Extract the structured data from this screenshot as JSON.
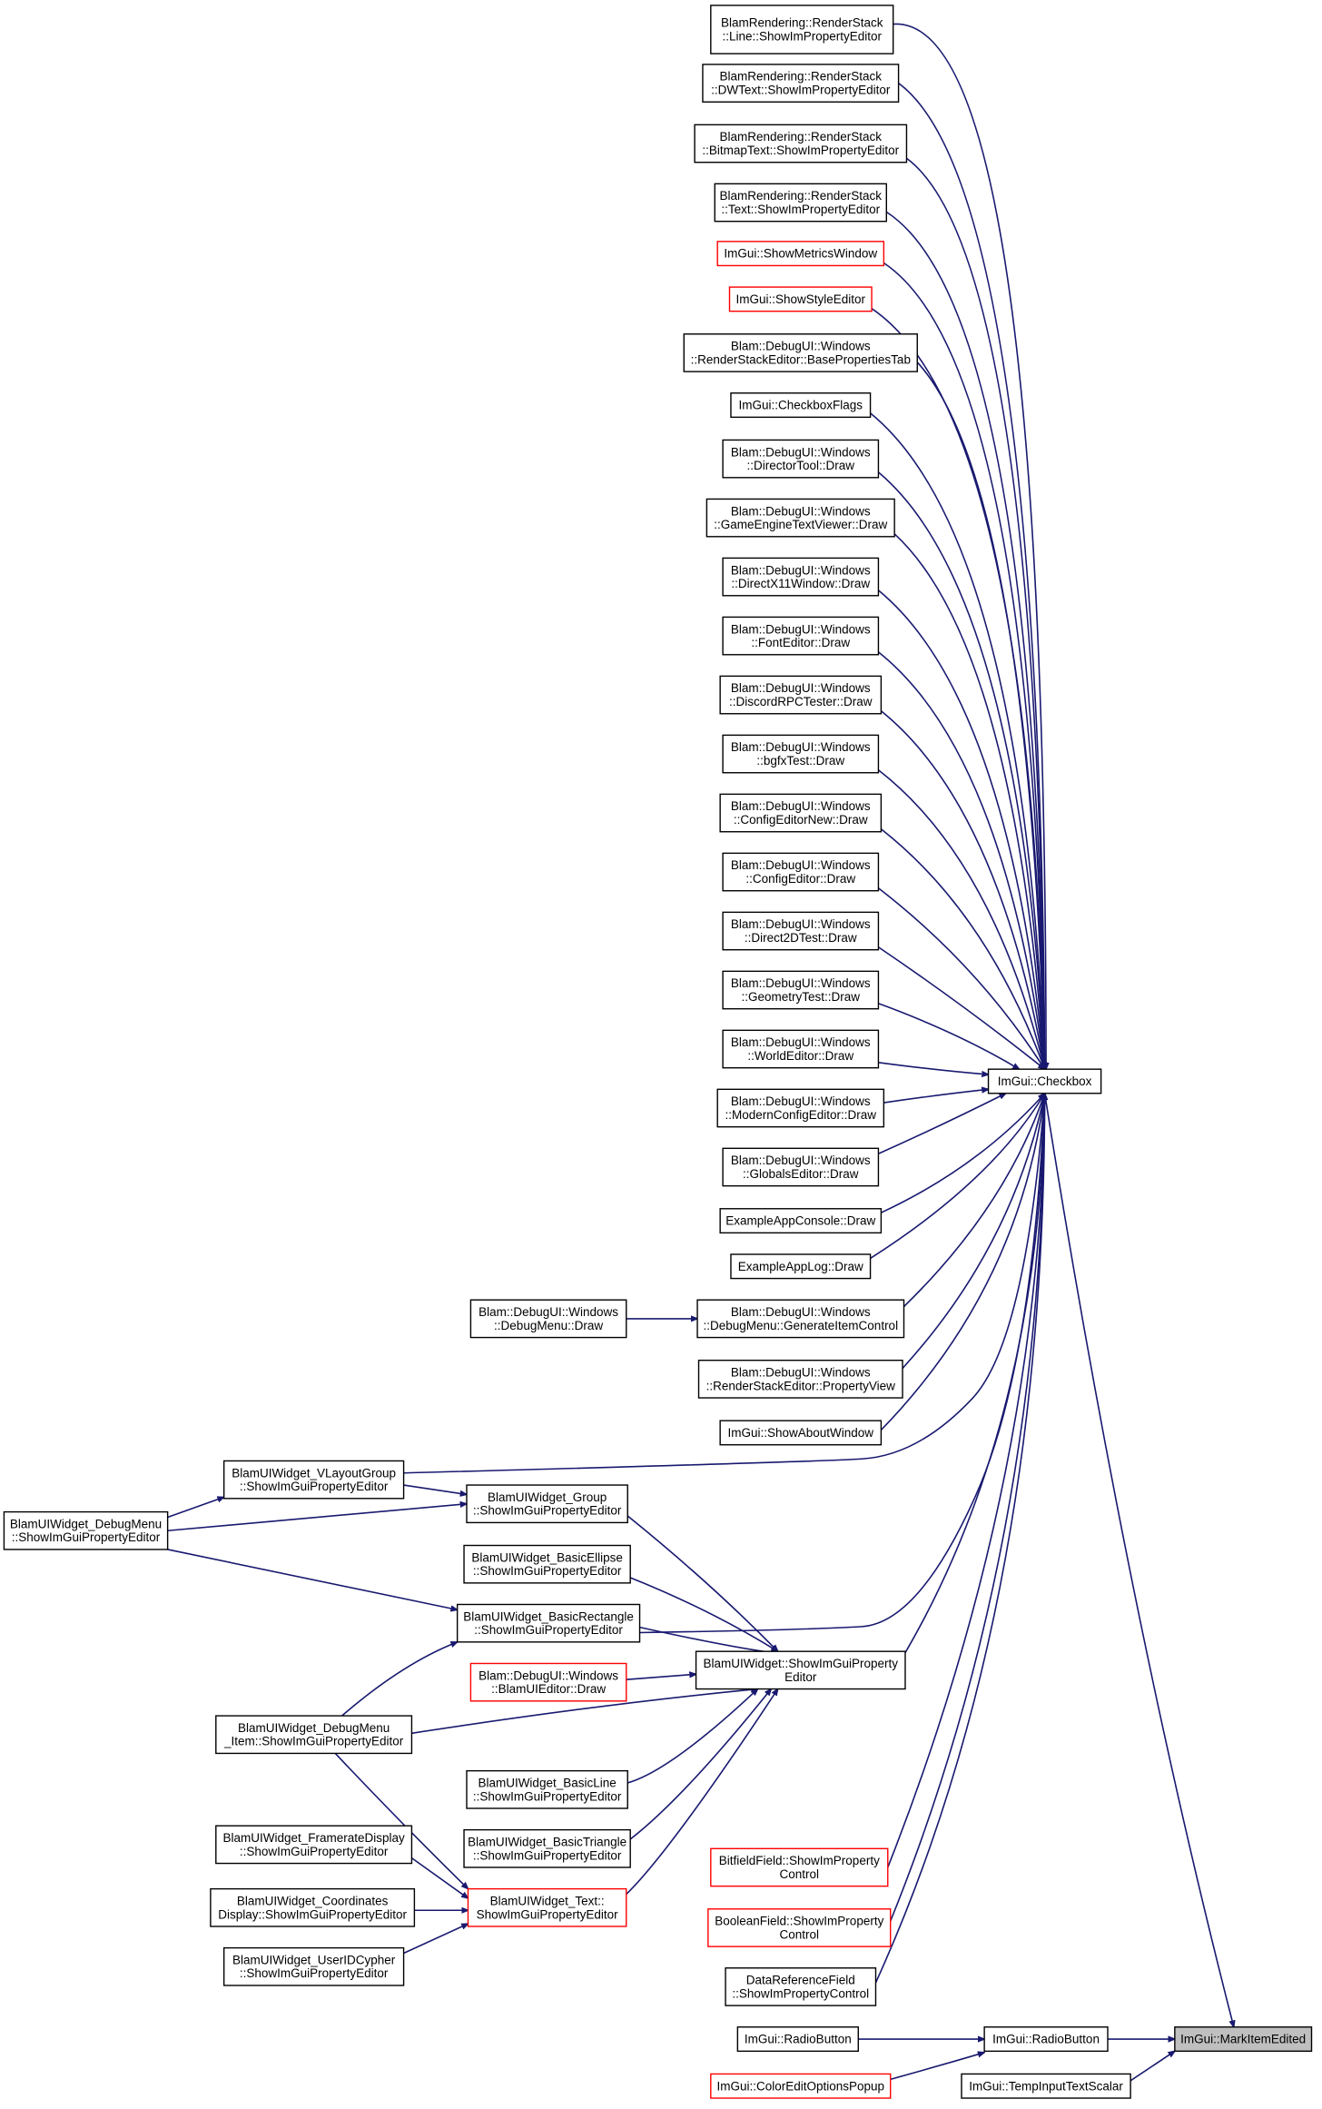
{
  "nodes": {
    "n0": {
      "lines": [
        "BlamRendering::RenderStack",
        "::Line::ShowImPropertyEditor"
      ],
      "style": "normal"
    },
    "n1": {
      "lines": [
        "BlamRendering::RenderStack",
        "::DWText::ShowImPropertyEditor"
      ],
      "style": "normal"
    },
    "n2": {
      "lines": [
        "BlamRendering::RenderStack",
        "::BitmapText::ShowImPropertyEditor"
      ],
      "style": "normal"
    },
    "n3": {
      "lines": [
        "BlamRendering::RenderStack",
        "::Text::ShowImPropertyEditor"
      ],
      "style": "normal"
    },
    "n4": {
      "lines": [
        "ImGui::ShowMetricsWindow"
      ],
      "style": "red"
    },
    "n5": {
      "lines": [
        "ImGui::ShowStyleEditor"
      ],
      "style": "red"
    },
    "n6": {
      "lines": [
        "Blam::DebugUI::Windows",
        "::RenderStackEditor::BasePropertiesTab"
      ],
      "style": "normal"
    },
    "n7": {
      "lines": [
        "ImGui::CheckboxFlags"
      ],
      "style": "normal"
    },
    "n8": {
      "lines": [
        "Blam::DebugUI::Windows",
        "::DirectorTool::Draw"
      ],
      "style": "normal"
    },
    "n9": {
      "lines": [
        "Blam::DebugUI::Windows",
        "::GameEngineTextViewer::Draw"
      ],
      "style": "normal"
    },
    "n10": {
      "lines": [
        "Blam::DebugUI::Windows",
        "::DirectX11Window::Draw"
      ],
      "style": "normal"
    },
    "n11": {
      "lines": [
        "Blam::DebugUI::Windows",
        "::FontEditor::Draw"
      ],
      "style": "normal"
    },
    "n12": {
      "lines": [
        "Blam::DebugUI::Windows",
        "::DiscordRPCTester::Draw"
      ],
      "style": "normal"
    },
    "n13": {
      "lines": [
        "Blam::DebugUI::Windows",
        "::bgfxTest::Draw"
      ],
      "style": "normal"
    },
    "n14": {
      "lines": [
        "Blam::DebugUI::Windows",
        "::ConfigEditorNew::Draw"
      ],
      "style": "normal"
    },
    "n15": {
      "lines": [
        "Blam::DebugUI::Windows",
        "::ConfigEditor::Draw"
      ],
      "style": "normal"
    },
    "n16": {
      "lines": [
        "Blam::DebugUI::Windows",
        "::Direct2DTest::Draw"
      ],
      "style": "normal"
    },
    "n17": {
      "lines": [
        "Blam::DebugUI::Windows",
        "::GeometryTest::Draw"
      ],
      "style": "normal"
    },
    "n18": {
      "lines": [
        "Blam::DebugUI::Windows",
        "::WorldEditor::Draw"
      ],
      "style": "normal"
    },
    "n19": {
      "lines": [
        "Blam::DebugUI::Windows",
        "::ModernConfigEditor::Draw"
      ],
      "style": "normal"
    },
    "n20": {
      "lines": [
        "Blam::DebugUI::Windows",
        "::GlobalsEditor::Draw"
      ],
      "style": "normal"
    },
    "n21": {
      "lines": [
        "ExampleAppConsole::Draw"
      ],
      "style": "normal"
    },
    "n22": {
      "lines": [
        "ExampleAppLog::Draw"
      ],
      "style": "normal"
    },
    "n23": {
      "lines": [
        "Blam::DebugUI::Windows",
        "::DebugMenu::Draw"
      ],
      "style": "normal"
    },
    "n24": {
      "lines": [
        "Blam::DebugUI::Windows",
        "::DebugMenu::GenerateItemControl"
      ],
      "style": "normal"
    },
    "n25": {
      "lines": [
        "Blam::DebugUI::Windows",
        "::RenderStackEditor::PropertyView"
      ],
      "style": "normal"
    },
    "n26": {
      "lines": [
        "ImGui::ShowAboutWindow"
      ],
      "style": "normal"
    },
    "n27": {
      "lines": [
        "BlamUIWidget_VLayoutGroup",
        "::ShowImGuiPropertyEditor"
      ],
      "style": "normal"
    },
    "n28": {
      "lines": [
        "BlamUIWidget_DebugMenu",
        "::ShowImGuiPropertyEditor"
      ],
      "style": "normal"
    },
    "n29": {
      "lines": [
        "BlamUIWidget_Group",
        "::ShowImGuiPropertyEditor"
      ],
      "style": "normal"
    },
    "n30": {
      "lines": [
        "BlamUIWidget_BasicEllipse",
        "::ShowImGuiPropertyEditor"
      ],
      "style": "normal"
    },
    "n31": {
      "lines": [
        "BlamUIWidget_BasicRectangle",
        "::ShowImGuiPropertyEditor"
      ],
      "style": "normal"
    },
    "n32": {
      "lines": [
        "Blam::DebugUI::Windows",
        "::BlamUIEditor::Draw"
      ],
      "style": "red"
    },
    "n33": {
      "lines": [
        "BlamUIWidget::ShowImGuiProperty",
        "Editor"
      ],
      "style": "normal"
    },
    "n34": {
      "lines": [
        "BlamUIWidget_DebugMenu",
        "_Item::ShowImGuiPropertyEditor"
      ],
      "style": "normal"
    },
    "n35": {
      "lines": [
        "BlamUIWidget_BasicLine",
        "::ShowImGuiPropertyEditor"
      ],
      "style": "normal"
    },
    "n36": {
      "lines": [
        "BlamUIWidget_FramerateDisplay",
        "::ShowImGuiPropertyEditor"
      ],
      "style": "normal"
    },
    "n37": {
      "lines": [
        "BlamUIWidget_BasicTriangle",
        "::ShowImGuiPropertyEditor"
      ],
      "style": "normal"
    },
    "n38": {
      "lines": [
        "BitfieldField::ShowImProperty",
        "Control"
      ],
      "style": "red"
    },
    "n39": {
      "lines": [
        "BlamUIWidget_Coordinates",
        "Display::ShowImGuiPropertyEditor"
      ],
      "style": "normal"
    },
    "n40": {
      "lines": [
        "BlamUIWidget_Text::",
        "ShowImGuiPropertyEditor"
      ],
      "style": "red"
    },
    "n41": {
      "lines": [
        "BooleanField::ShowImProperty",
        "Control"
      ],
      "style": "red"
    },
    "n42": {
      "lines": [
        "BlamUIWidget_UserIDCypher",
        "::ShowImGuiPropertyEditor"
      ],
      "style": "normal"
    },
    "n43": {
      "lines": [
        "DataReferenceField",
        "::ShowImPropertyControl"
      ],
      "style": "normal"
    },
    "n44": {
      "lines": [
        "ImGui::Checkbox"
      ],
      "style": "normal"
    },
    "n45": {
      "lines": [
        "ImGui::RadioButton"
      ],
      "style": "normal"
    },
    "n46": {
      "lines": [
        "ImGui::RadioButton"
      ],
      "style": "normal"
    },
    "n47": {
      "lines": [
        "ImGui::MarkItemEdited"
      ],
      "style": "current"
    },
    "n48": {
      "lines": [
        "ImGui::ColorEditOptionsPopup"
      ],
      "style": "red"
    },
    "n49": {
      "lines": [
        "ImGui::TempInputTextScalar"
      ],
      "style": "normal"
    }
  },
  "edges": [
    [
      "n0",
      "n44"
    ],
    [
      "n1",
      "n44"
    ],
    [
      "n2",
      "n44"
    ],
    [
      "n3",
      "n44"
    ],
    [
      "n4",
      "n44"
    ],
    [
      "n5",
      "n44"
    ],
    [
      "n6",
      "n44"
    ],
    [
      "n7",
      "n44"
    ],
    [
      "n8",
      "n44"
    ],
    [
      "n9",
      "n44"
    ],
    [
      "n10",
      "n44"
    ],
    [
      "n11",
      "n44"
    ],
    [
      "n12",
      "n44"
    ],
    [
      "n13",
      "n44"
    ],
    [
      "n14",
      "n44"
    ],
    [
      "n15",
      "n44"
    ],
    [
      "n16",
      "n44"
    ],
    [
      "n17",
      "n44"
    ],
    [
      "n18",
      "n44"
    ],
    [
      "n19",
      "n44"
    ],
    [
      "n20",
      "n44"
    ],
    [
      "n21",
      "n44"
    ],
    [
      "n22",
      "n44"
    ],
    [
      "n24",
      "n44"
    ],
    [
      "n25",
      "n44"
    ],
    [
      "n26",
      "n44"
    ],
    [
      "n27",
      "n44"
    ],
    [
      "n31",
      "n44"
    ],
    [
      "n33",
      "n44"
    ],
    [
      "n38",
      "n44"
    ],
    [
      "n41",
      "n44"
    ],
    [
      "n43",
      "n44"
    ],
    [
      "n23",
      "n24"
    ],
    [
      "n28",
      "n27"
    ],
    [
      "n28",
      "n29"
    ],
    [
      "n28",
      "n31"
    ],
    [
      "n27",
      "n29"
    ],
    [
      "n34",
      "n31"
    ],
    [
      "n34",
      "n40"
    ],
    [
      "n29",
      "n33"
    ],
    [
      "n30",
      "n33"
    ],
    [
      "n31",
      "n33"
    ],
    [
      "n32",
      "n33"
    ],
    [
      "n34",
      "n33"
    ],
    [
      "n35",
      "n33"
    ],
    [
      "n37",
      "n33"
    ],
    [
      "n40",
      "n33"
    ],
    [
      "n36",
      "n40"
    ],
    [
      "n39",
      "n40"
    ],
    [
      "n42",
      "n40"
    ],
    [
      "n44",
      "n47"
    ],
    [
      "n45",
      "n46"
    ],
    [
      "n48",
      "n46"
    ],
    [
      "n46",
      "n47"
    ],
    [
      "n49",
      "n47"
    ]
  ]
}
